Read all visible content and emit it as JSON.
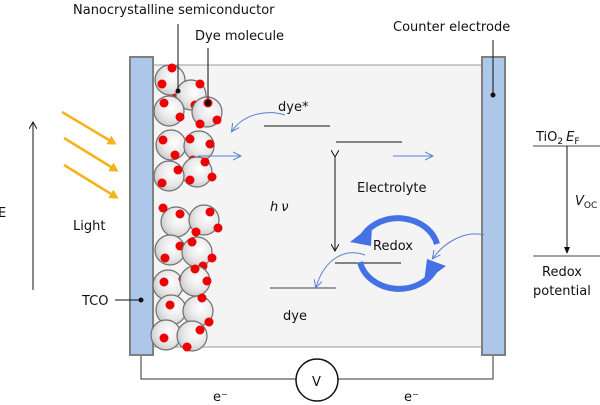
{
  "labels": {
    "nanocrystalline": "Nanocrystalline semiconductor",
    "dye_molecule": "Dye molecule",
    "counter_electrode": "Counter electrode",
    "dye_excited": "dye*",
    "dye_ground": "dye",
    "electrolyte": "Electrolyte",
    "redox": "Redox",
    "h": "h",
    "nu": "ν",
    "light": "Light",
    "energy_axis": "E",
    "tco": "TCO",
    "voltmeter": "V",
    "electron_left": "e⁻",
    "electron_right": "e⁻",
    "tio2": "TiO",
    "tio2_sub": "2",
    "ef": "E",
    "ef_sub": "F",
    "voc": "V",
    "voc_sub": "OC",
    "redox_potential_line1": "Redox",
    "redox_potential_line2": "potential"
  },
  "colors": {
    "electrode": "#adc7e9",
    "electrode_border": "#7f7f7f",
    "cell_background": "#f4f4f4",
    "light_rays": "#f4b21b",
    "dye_dots": "#ee0000",
    "particle": "#e6e6e6",
    "redox_arrows": "#4472e4",
    "thin_arrows": "#5a7fd0"
  }
}
